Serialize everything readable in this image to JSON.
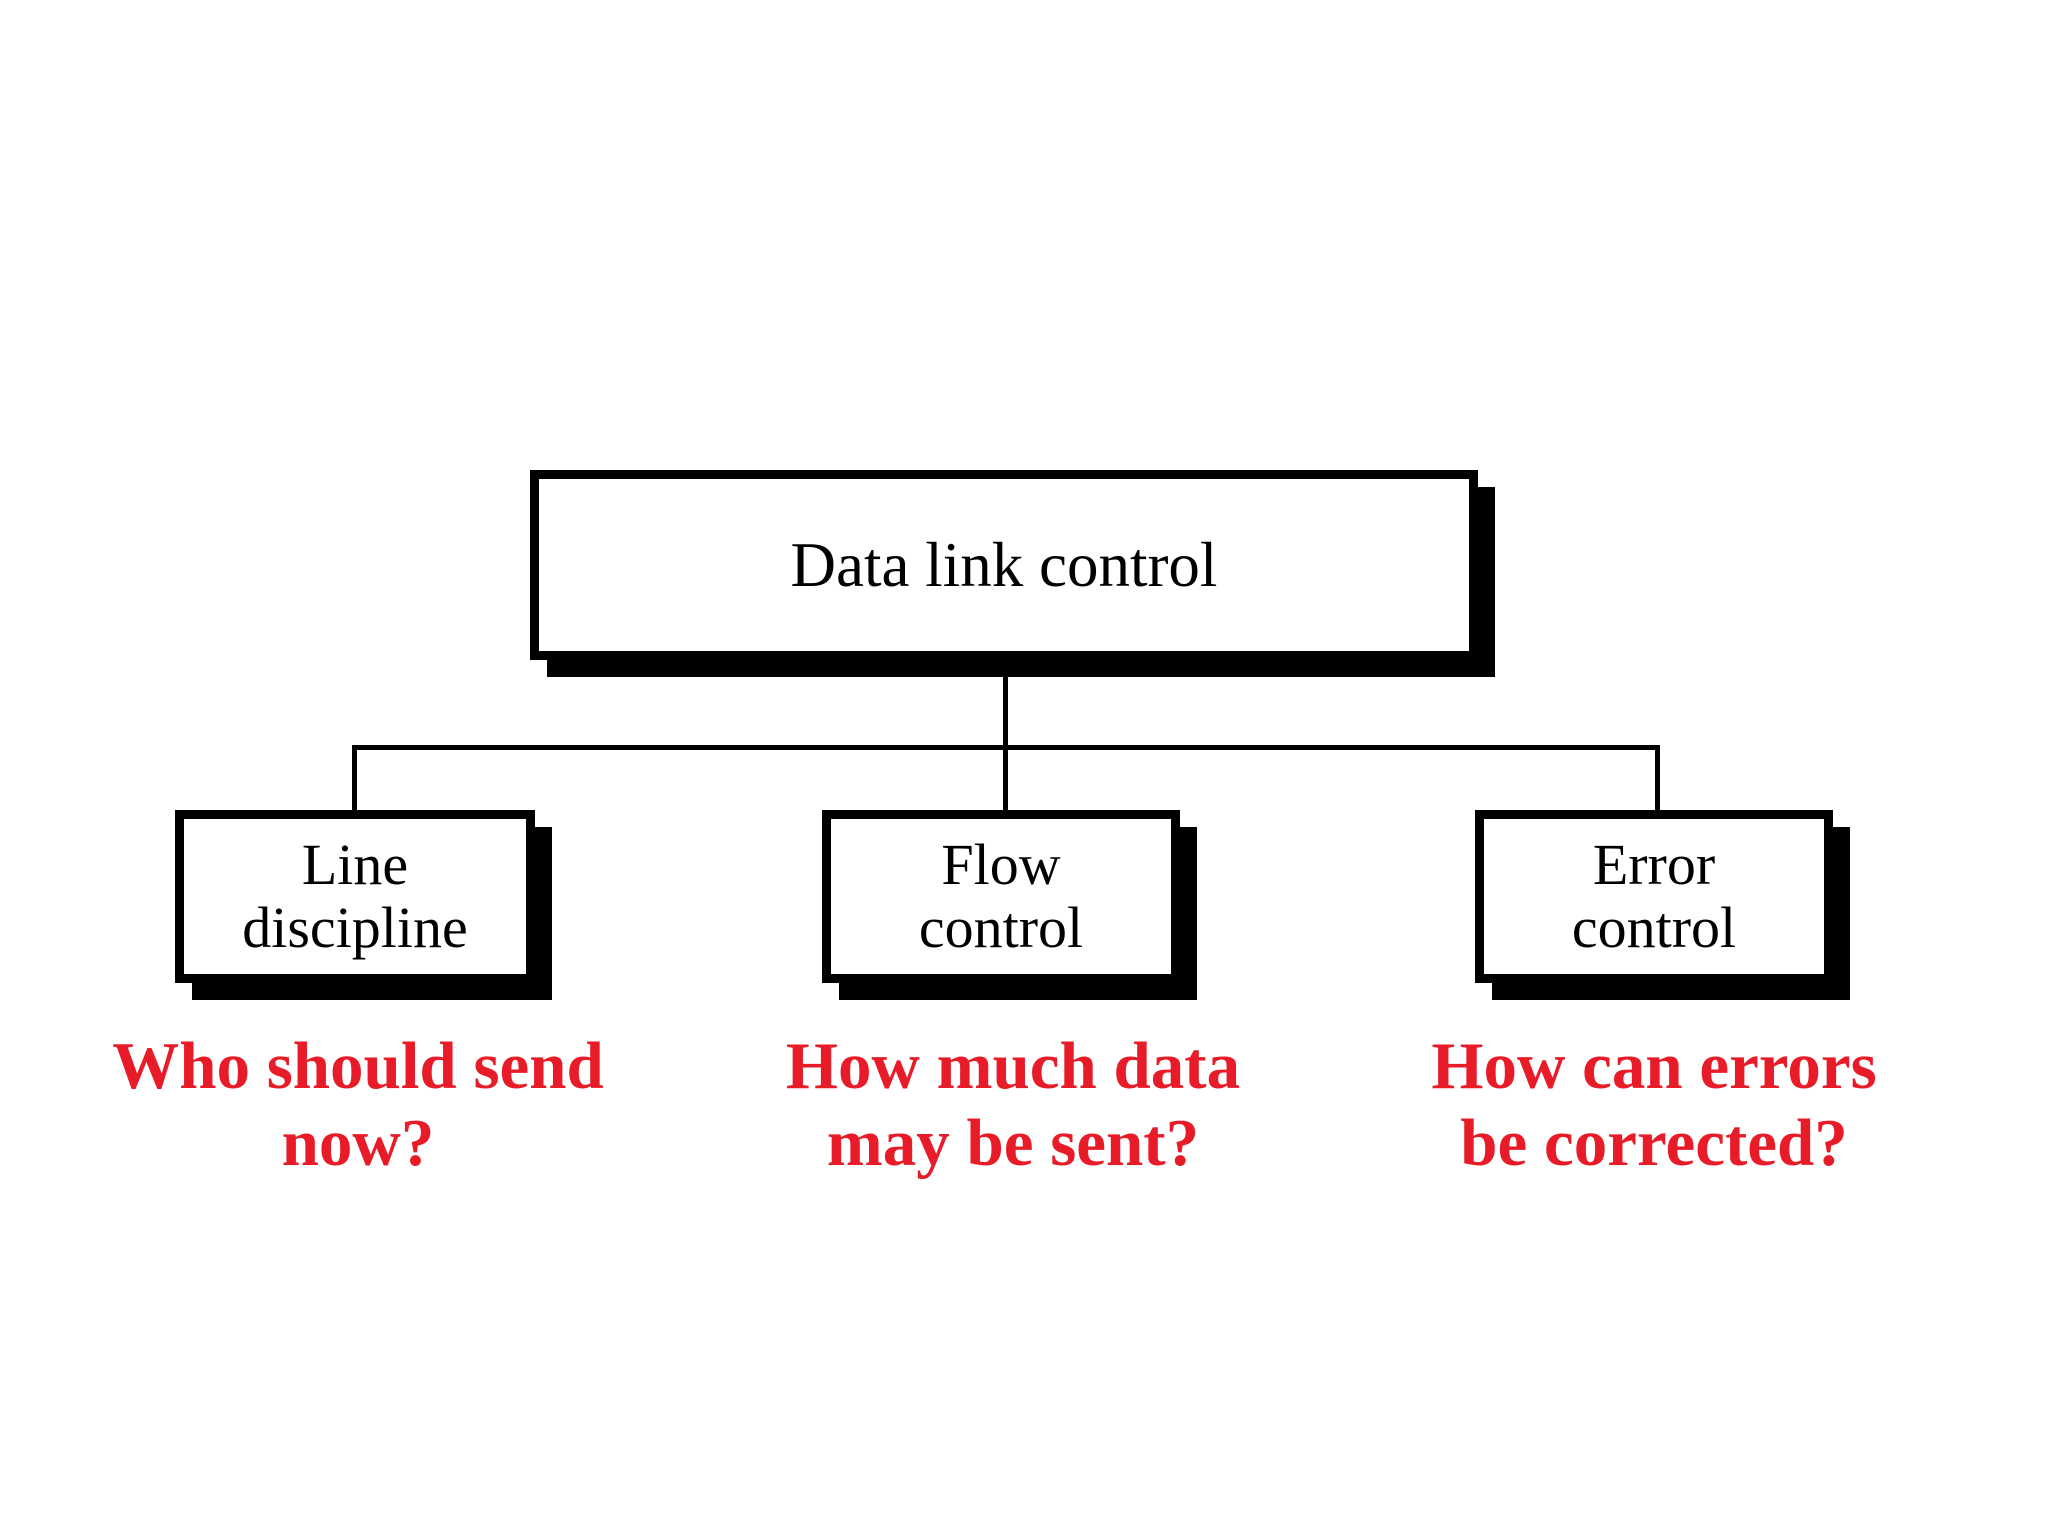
{
  "colors": {
    "background": "#ffffff",
    "box_fill": "#ffffff",
    "box_border": "#000000",
    "box_shadow": "#000000",
    "connector": "#000000",
    "label_text": "#000000",
    "question_text": "#e81c28"
  },
  "root": {
    "label": "Data link control"
  },
  "children": [
    {
      "id": "line-discipline",
      "label_lines": [
        "Line",
        "discipline"
      ],
      "question_lines": [
        "Who should send",
        "now?"
      ]
    },
    {
      "id": "flow-control",
      "label_lines": [
        "Flow",
        "control"
      ],
      "question_lines": [
        "How much data",
        "may be sent?"
      ]
    },
    {
      "id": "error-control",
      "label_lines": [
        "Error",
        "control"
      ],
      "question_lines": [
        "How can errors",
        "be corrected?"
      ]
    }
  ]
}
